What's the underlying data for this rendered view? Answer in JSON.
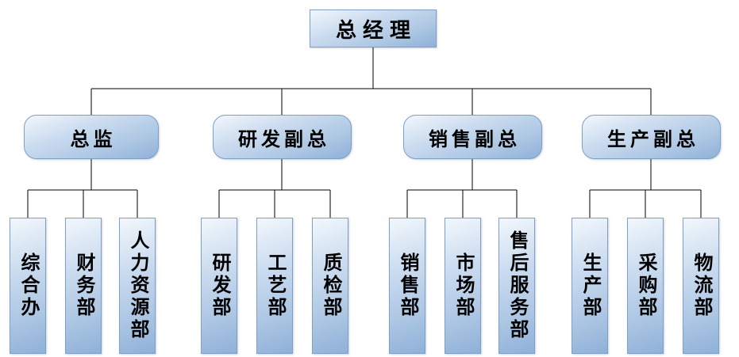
{
  "chart": {
    "type": "org-chart",
    "root": {
      "label": "总经理"
    },
    "branches": [
      {
        "label": "总监",
        "children": [
          {
            "label": "综合办"
          },
          {
            "label": "财务部"
          },
          {
            "label": "人力资源部"
          }
        ]
      },
      {
        "label": "研发副总",
        "children": [
          {
            "label": "研发部"
          },
          {
            "label": "工艺部"
          },
          {
            "label": "质检部"
          }
        ]
      },
      {
        "label": "销售副总",
        "children": [
          {
            "label": "销售部"
          },
          {
            "label": "市场部"
          },
          {
            "label": "售后服务部"
          }
        ]
      },
      {
        "label": "生产副总",
        "children": [
          {
            "label": "生产部"
          },
          {
            "label": "采购部"
          },
          {
            "label": "物流部"
          }
        ]
      }
    ]
  },
  "colors": {
    "box_fill_light": "#f2f7fc",
    "box_fill_mid": "#cdddf0",
    "box_fill_dark": "#8fb0d8",
    "box_border": "#7da0c4",
    "connector_line": "#000000",
    "text": "#000000",
    "background": "#ffffff"
  }
}
